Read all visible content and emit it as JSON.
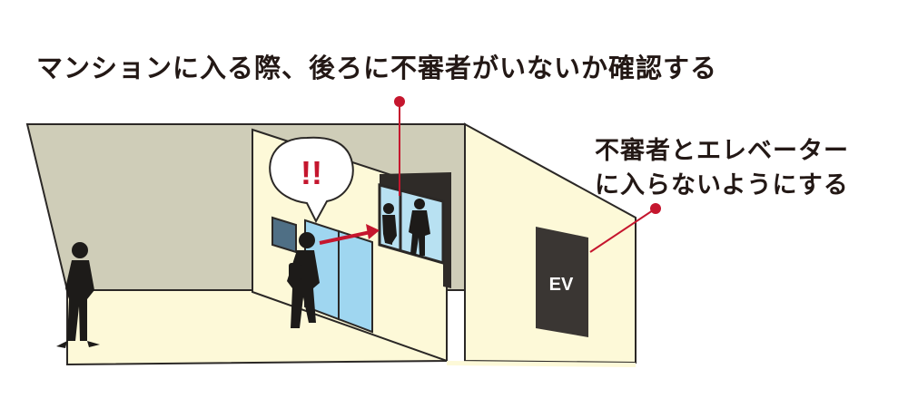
{
  "captions": {
    "top": "マンションに入る際、後ろに不審者がいないか確認する",
    "right_line1": "不審者とエレベーター",
    "right_line2": "に入らないようにする"
  },
  "speech_bubble": {
    "text": "!!"
  },
  "elevator": {
    "label": "EV"
  },
  "colors": {
    "wall": "#cfcdb8",
    "panel": "#fdf9d8",
    "glass": "#9fd6f0",
    "accent": "#c5162e",
    "silhouette": "#1d1b19",
    "elevator_door": "#3a3633",
    "outline": "#2b2826"
  }
}
